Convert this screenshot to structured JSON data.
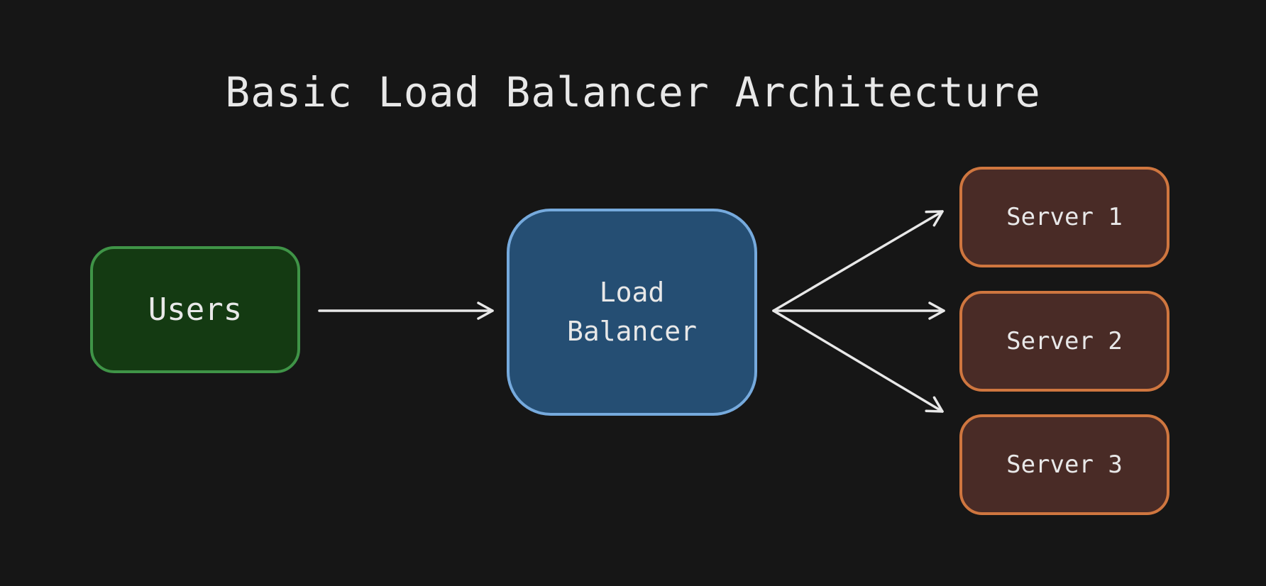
{
  "title": "Basic Load Balancer Architecture",
  "nodes": {
    "users": {
      "label": "Users"
    },
    "load_balancer": {
      "label": "Load Balancer"
    },
    "servers": [
      {
        "label": "Server 1"
      },
      {
        "label": "Server 2"
      },
      {
        "label": "Server 3"
      }
    ]
  },
  "edges": [
    {
      "from": "Users",
      "to": "Load Balancer"
    },
    {
      "from": "Load Balancer",
      "to": "Server 1"
    },
    {
      "from": "Load Balancer",
      "to": "Server 2"
    },
    {
      "from": "Load Balancer",
      "to": "Server 3"
    }
  ],
  "colors": {
    "background": "#161616",
    "text": "#e8e8e8",
    "arrow": "#e8e8e8",
    "users_fill": "#143a12",
    "users_border": "#3f9447",
    "load_balancer_fill": "#254e73",
    "load_balancer_border": "#76aadd",
    "server_fill": "#492b26",
    "server_border": "#cf763f"
  }
}
